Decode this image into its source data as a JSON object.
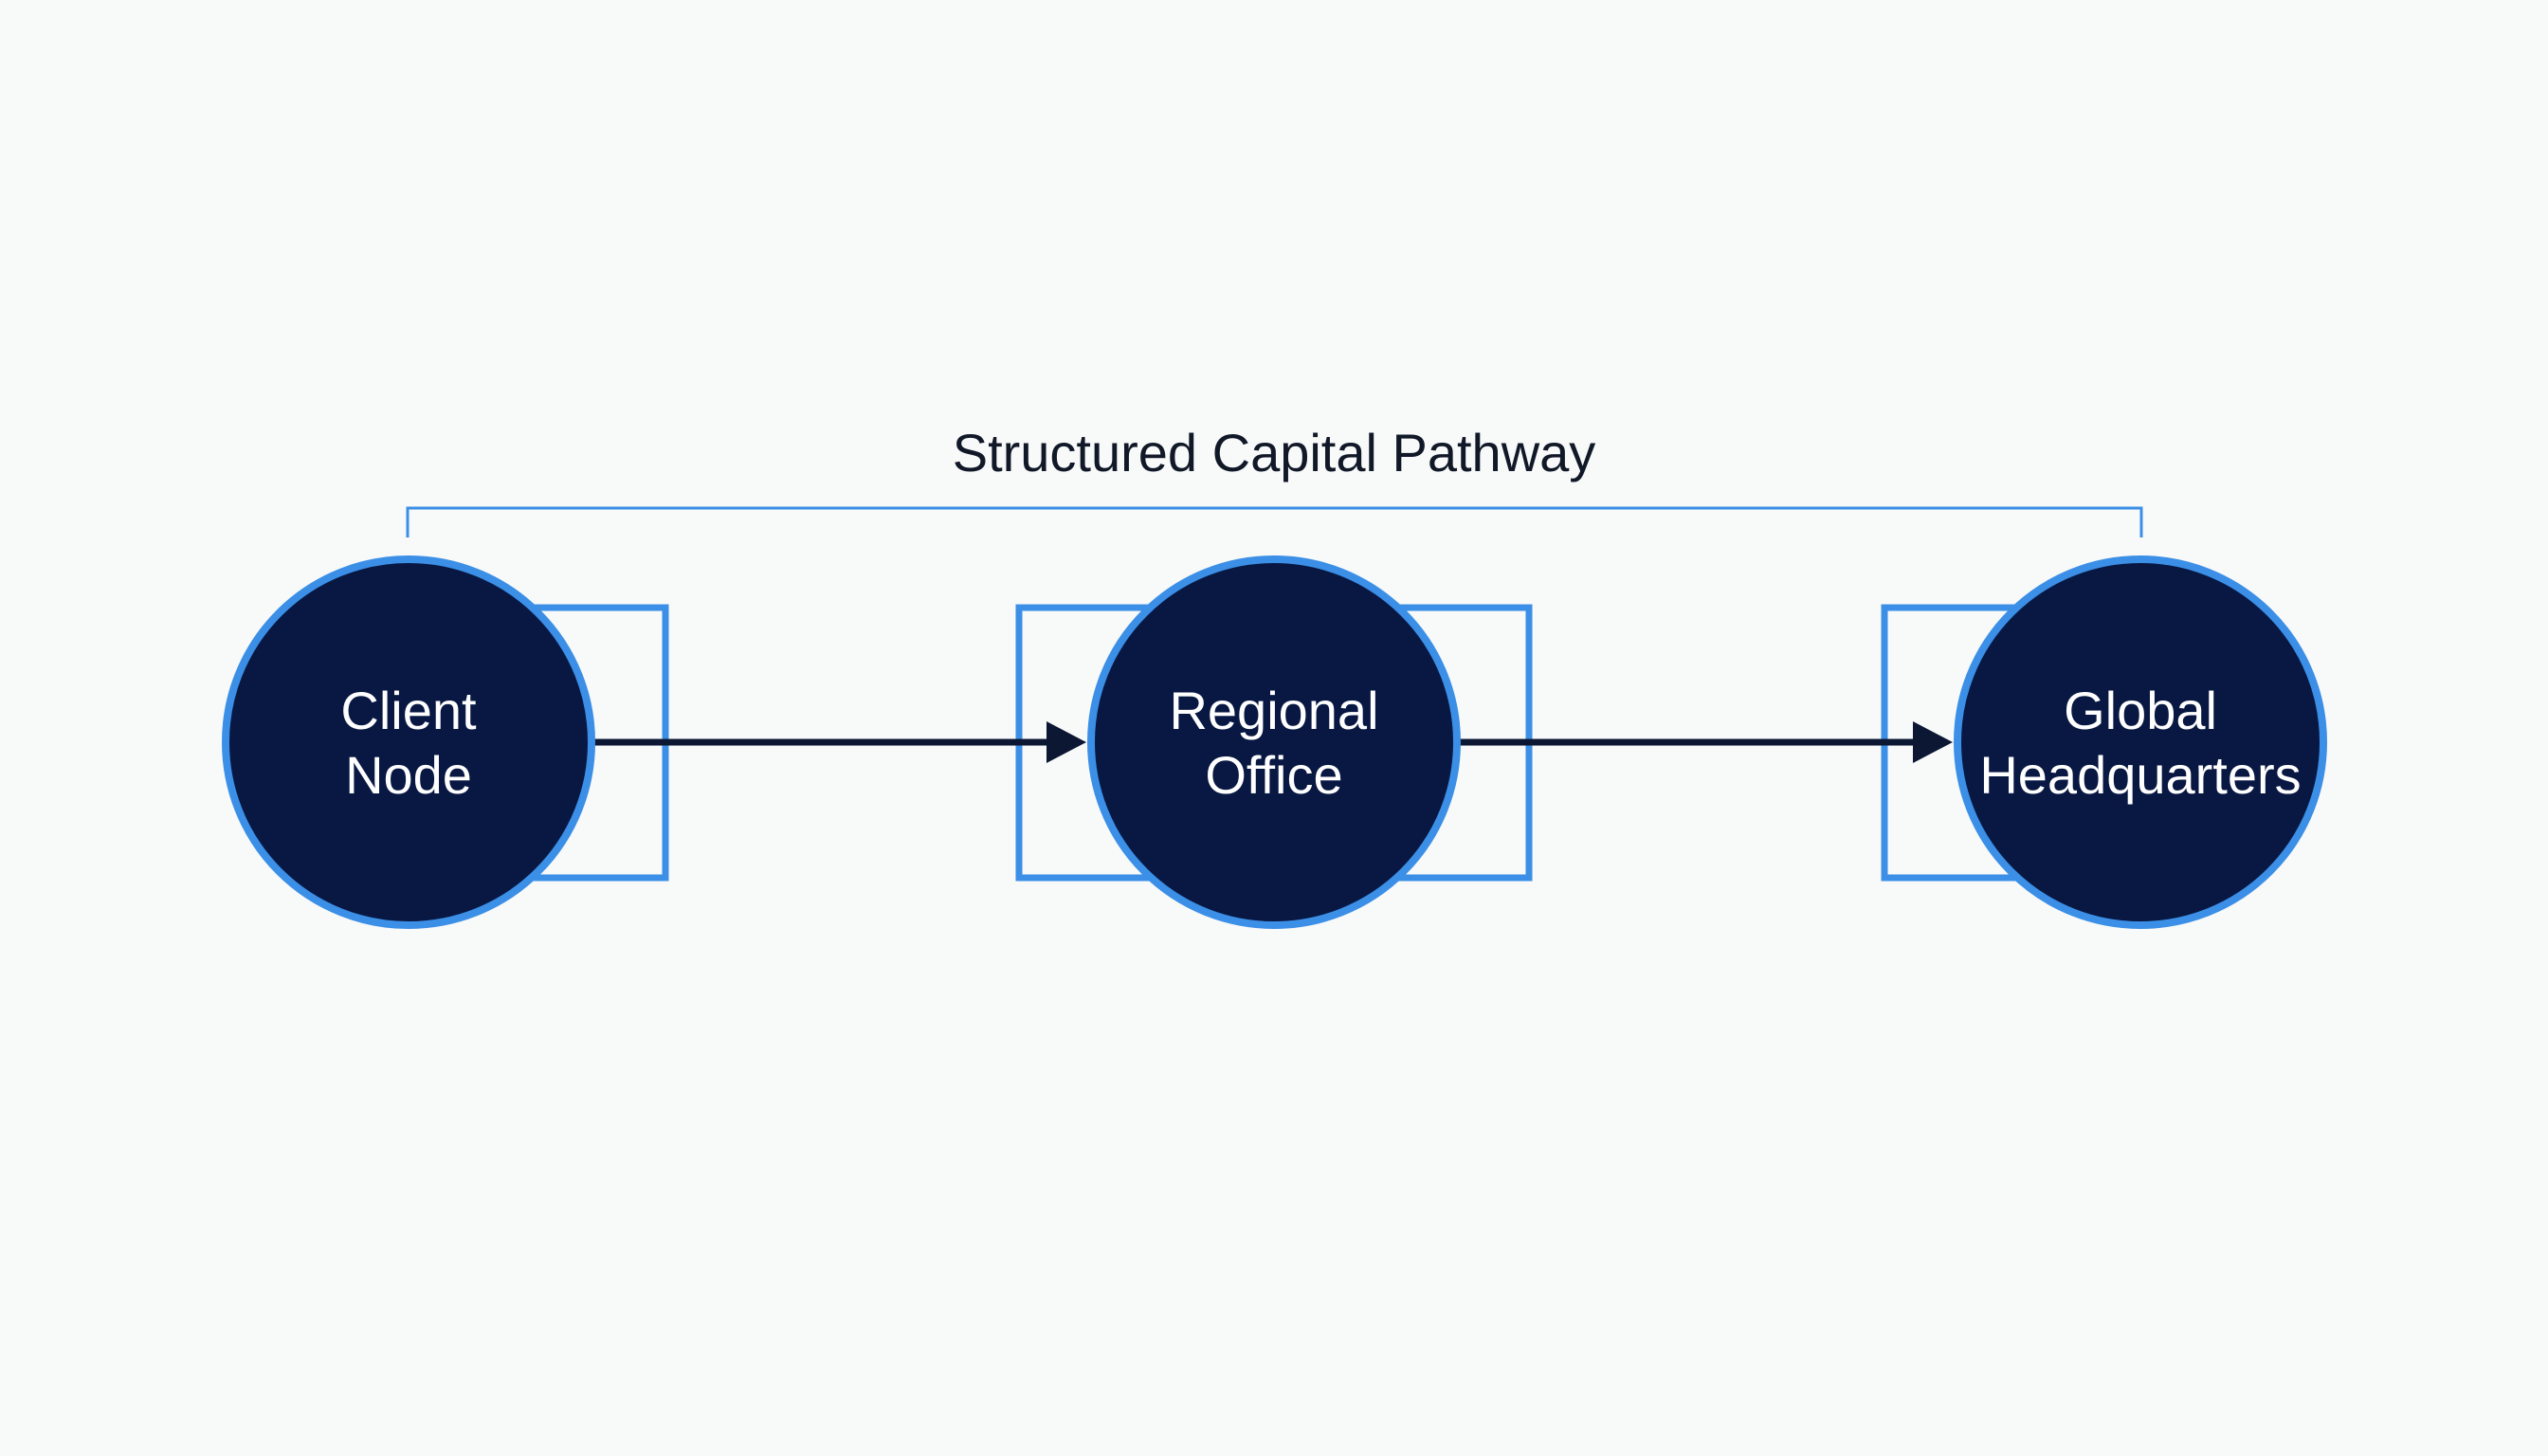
{
  "title": "Structured Capital Pathway",
  "colors": {
    "background": "#f8f9f9",
    "node_fill": "#081843",
    "accent_blue": "#3b8fe6",
    "arrow": "#0b1733",
    "label": "#ffffff",
    "title": "#111827"
  },
  "nodes": [
    {
      "id": "client",
      "lines": [
        "Client",
        "Node"
      ]
    },
    {
      "id": "regional",
      "lines": [
        "Regional",
        "Office"
      ]
    },
    {
      "id": "global",
      "lines": [
        "Global",
        "Headquarters"
      ]
    }
  ],
  "connectors": [
    {
      "from": "client",
      "to": "regional",
      "style": "arrow"
    },
    {
      "from": "regional",
      "to": "global",
      "style": "arrow"
    }
  ]
}
